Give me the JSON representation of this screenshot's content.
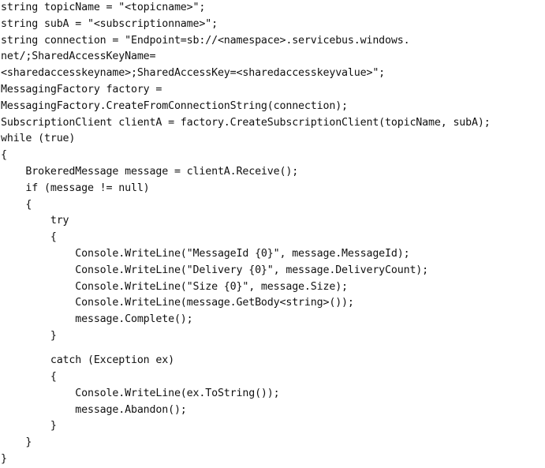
{
  "code": {
    "lines": [
      "string topicName = \"<topicname>\";",
      "string subA = \"<subscriptionname>\";",
      "string connection = \"Endpoint=sb://<namespace>.servicebus.windows.",
      "net/;SharedAccessKeyName=",
      "<sharedaccesskeyname>;SharedAccessKey=<sharedaccesskeyvalue>\";",
      "MessagingFactory factory =",
      "MessagingFactory.CreateFromConnectionString(connection);",
      "SubscriptionClient clientA = factory.CreateSubscriptionClient(topicName, subA);",
      "while (true)",
      "{",
      "    BrokeredMessage message = clientA.Receive();",
      "    if (message != null)",
      "    {",
      "        try",
      "        {",
      "            Console.WriteLine(\"MessageId {0}\", message.MessageId);",
      "            Console.WriteLine(\"Delivery {0}\", message.DeliveryCount);",
      "            Console.WriteLine(\"Size {0}\", message.Size);",
      "            Console.WriteLine(message.GetBody<string>());",
      "            message.Complete();",
      "        }",
      "",
      "        catch (Exception ex)",
      "        {",
      "            Console.WriteLine(ex.ToString());",
      "            message.Abandon();",
      "        }",
      "    }",
      "}"
    ]
  }
}
